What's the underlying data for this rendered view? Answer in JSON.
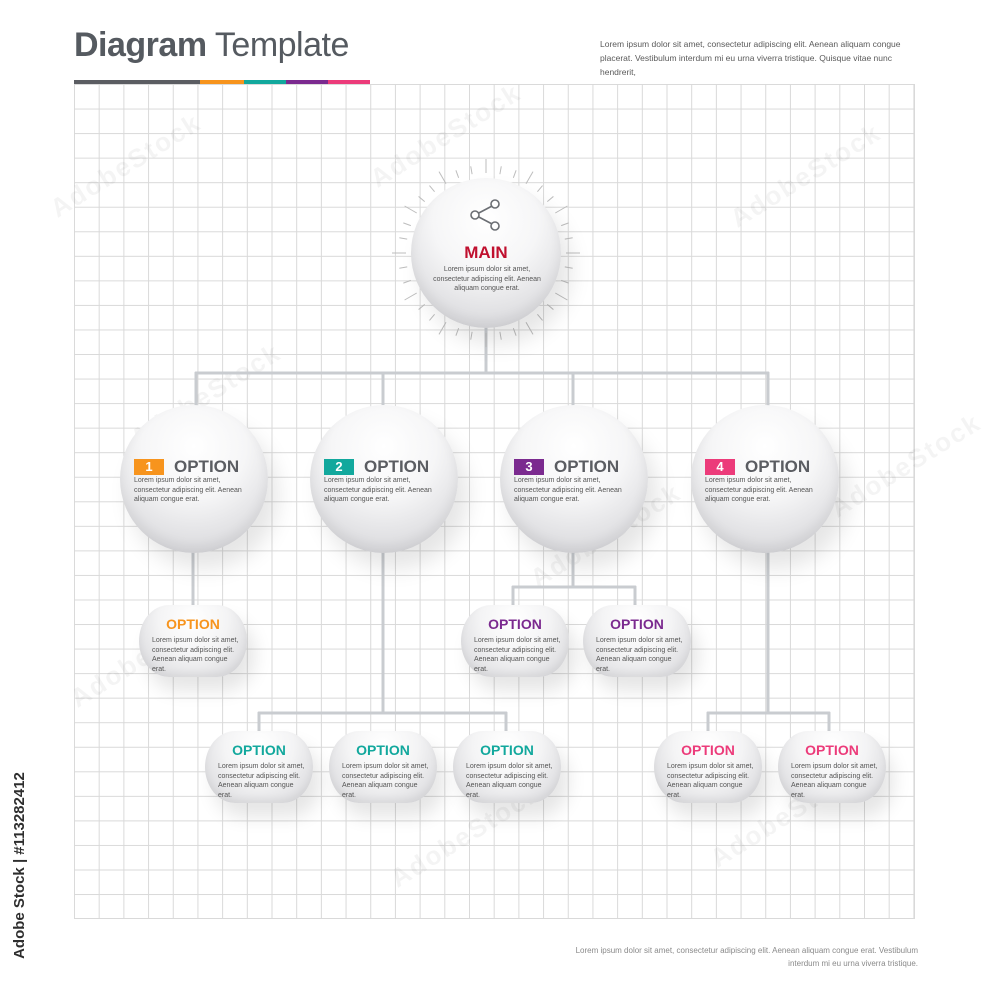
{
  "header": {
    "title_bold": "Diagram",
    "title_light": "Template",
    "description": "Lorem ipsum dolor sit amet, consectetur adipiscing elit. Aenean aliquam congue placerat. Vestibulum interdum mi eu urna viverra tristique. Quisque vitae nunc hendrerit,"
  },
  "colors": {
    "dark": "#5b5d62",
    "orange": "#f7941d",
    "teal": "#12a89d",
    "purple": "#7b2a8f",
    "pink": "#ec3b7a",
    "main_red": "#c0102f"
  },
  "main": {
    "label": "MAIN",
    "description": "Lorem ipsum dolor sit amet, consectetur adipiscing elit. Aenean aliquam congue erat.",
    "icon": "share-icon"
  },
  "options": [
    {
      "number": "1",
      "label": "OPTION",
      "color": "#f7941d",
      "description": "Lorem ipsum dolor sit amet, consectetur adipiscing elit. Aenean aliquam congue erat."
    },
    {
      "number": "2",
      "label": "OPTION",
      "color": "#12a89d",
      "description": "Lorem ipsum dolor sit amet, consectetur adipiscing elit. Aenean aliquam congue erat."
    },
    {
      "number": "3",
      "label": "OPTION",
      "color": "#7b2a8f",
      "description": "Lorem ipsum dolor sit amet, consectetur adipiscing elit. Aenean aliquam congue erat."
    },
    {
      "number": "4",
      "label": "OPTION",
      "color": "#ec3b7a",
      "description": "Lorem ipsum dolor sit amet, consectetur adipiscing elit. Aenean aliquam congue erat."
    }
  ],
  "sub_options": [
    {
      "parent": "1",
      "label": "OPTION",
      "color": "#f7941d",
      "description": "Lorem ipsum dolor sit amet, consectetur adipiscing elit. Aenean aliquam congue erat."
    },
    {
      "parent": "3",
      "label": "OPTION",
      "color": "#7b2a8f",
      "description": "Lorem ipsum dolor sit amet, consectetur adipiscing elit. Aenean aliquam congue erat."
    },
    {
      "parent": "3",
      "label": "OPTION",
      "color": "#7b2a8f",
      "description": "Lorem ipsum dolor sit amet, consectetur adipiscing elit. Aenean aliquam congue erat."
    },
    {
      "parent": "2",
      "label": "OPTION",
      "color": "#12a89d",
      "description": "Lorem ipsum dolor sit amet, consectetur adipiscing elit. Aenean aliquam congue erat."
    },
    {
      "parent": "2",
      "label": "OPTION",
      "color": "#12a89d",
      "description": "Lorem ipsum dolor sit amet, consectetur adipiscing elit. Aenean aliquam congue erat."
    },
    {
      "parent": "2",
      "label": "OPTION",
      "color": "#12a89d",
      "description": "Lorem ipsum dolor sit amet, consectetur adipiscing elit. Aenean aliquam congue erat."
    },
    {
      "parent": "4",
      "label": "OPTION",
      "color": "#ec3b7a",
      "description": "Lorem ipsum dolor sit amet, consectetur adipiscing elit. Aenean aliquam congue erat."
    },
    {
      "parent": "4",
      "label": "OPTION",
      "color": "#ec3b7a",
      "description": "Lorem ipsum dolor sit amet, consectetur adipiscing elit. Aenean aliquam congue erat."
    }
  ],
  "footer": {
    "description": "Lorem ipsum dolor sit amet, consectetur adipiscing elit. Aenean aliquam congue erat. Vestibulum interdum mi eu urna viverra tristique."
  },
  "watermark": {
    "text": "AdobeStock",
    "id_text": "Adobe Stock | #113282412"
  }
}
